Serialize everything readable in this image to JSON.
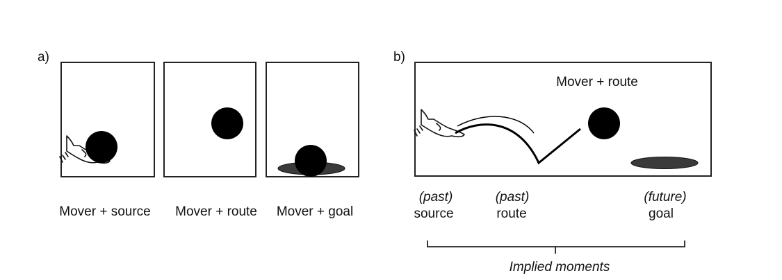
{
  "panel_a": {
    "label": "a)",
    "frames": [
      {
        "caption": "Mover + source"
      },
      {
        "caption": "Mover + route"
      },
      {
        "caption": "Mover + goal"
      }
    ]
  },
  "panel_b": {
    "label": "b)",
    "title": "Mover + route",
    "moments": [
      {
        "tense": "(past)",
        "name": "source"
      },
      {
        "tense": "(past)",
        "name": "route"
      },
      {
        "tense": "(future)",
        "name": "goal"
      }
    ],
    "brace_label": "Implied moments"
  },
  "colors": {
    "ball": "#000000",
    "goal": "#3a3a3a",
    "frame": "#222222"
  }
}
